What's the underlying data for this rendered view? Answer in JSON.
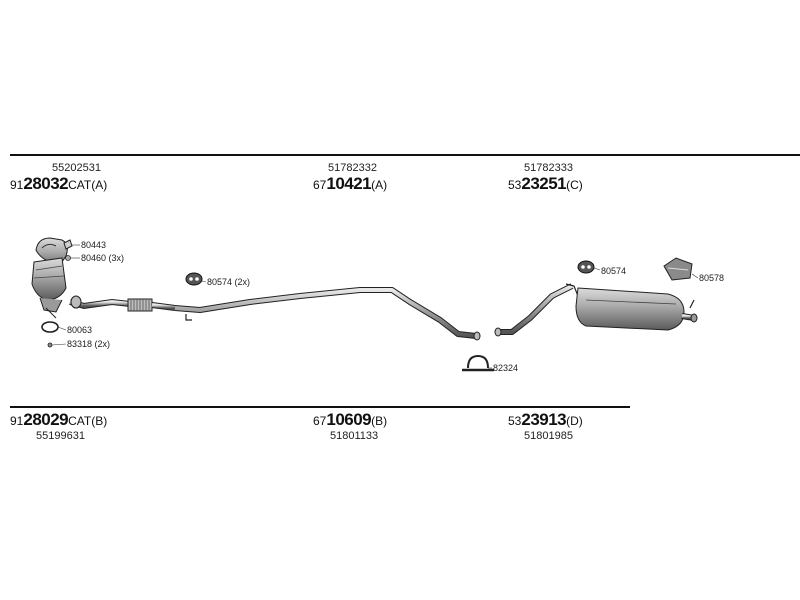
{
  "top_groups": [
    {
      "ref": "55202531",
      "prefix": "91",
      "main": "28032",
      "suffix": "CAT(A)"
    },
    {
      "ref": "51782332",
      "prefix": "67",
      "main": "10421",
      "suffix": "(A)"
    },
    {
      "ref": "51782333",
      "prefix": "53",
      "main": "23251",
      "suffix": "(C)"
    }
  ],
  "bottom_groups": [
    {
      "prefix": "91",
      "main": "28029",
      "suffix": "CAT(B)",
      "ref": "55199631"
    },
    {
      "prefix": "67",
      "main": "10609",
      "suffix": "(B)",
      "ref": "51801133"
    },
    {
      "prefix": "53",
      "main": "23913",
      "suffix": "(D)",
      "ref": "51801985"
    }
  ],
  "callouts": {
    "c80443": "80443",
    "c80460": "80460 (3x)",
    "c80063": "80063",
    "c83318": "83318 (2x)",
    "c80574a": "80574 (2x)",
    "c82324": "82324",
    "c80574b": "80574",
    "c80578": "80578"
  }
}
